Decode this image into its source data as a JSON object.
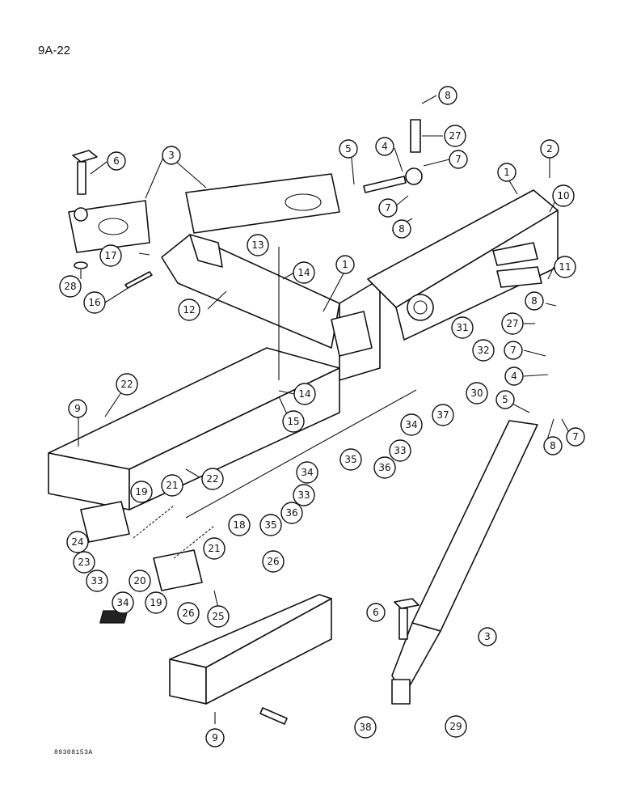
{
  "page_number": "9A-22",
  "drawing_code": "89308153A",
  "callouts": [
    "1",
    "1",
    "2",
    "3",
    "3",
    "4",
    "4",
    "5",
    "5",
    "6",
    "6",
    "7",
    "7",
    "7",
    "7",
    "8",
    "8",
    "8",
    "8",
    "9",
    "9",
    "10",
    "11",
    "12",
    "13",
    "14",
    "14",
    "15",
    "16",
    "17",
    "18",
    "19",
    "19",
    "20",
    "21",
    "21",
    "22",
    "22",
    "23",
    "24",
    "25",
    "26",
    "26",
    "27",
    "27",
    "28",
    "29",
    "30",
    "31",
    "32",
    "33",
    "33",
    "33",
    "34",
    "34",
    "34",
    "35",
    "35",
    "36",
    "36",
    "37",
    "38"
  ],
  "colors": {
    "ink": "#111111",
    "paper": "#ffffff"
  }
}
